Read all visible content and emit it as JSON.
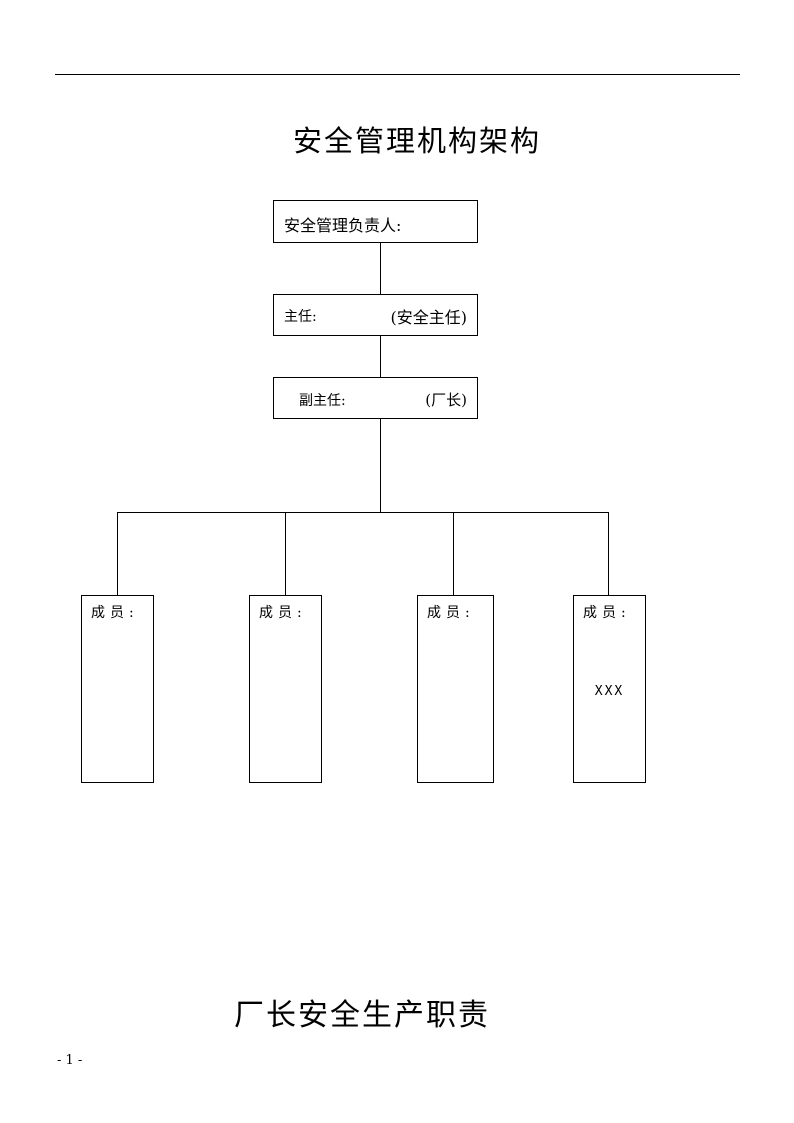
{
  "page": {
    "title": "安全管理机构架构",
    "section_title": "厂长安全生产职责",
    "page_number": "- 1 -"
  },
  "org": {
    "head": {
      "label": "安全管理负责人:"
    },
    "director": {
      "label": "主任:",
      "role": "(安全主任)"
    },
    "deputy": {
      "label": "副主任:",
      "role": "(厂长)"
    },
    "members": [
      {
        "label": "成员:",
        "value": ""
      },
      {
        "label": "成员:",
        "value": ""
      },
      {
        "label": "成员:",
        "value": ""
      },
      {
        "label": "成员:",
        "value": "XXX"
      }
    ]
  }
}
